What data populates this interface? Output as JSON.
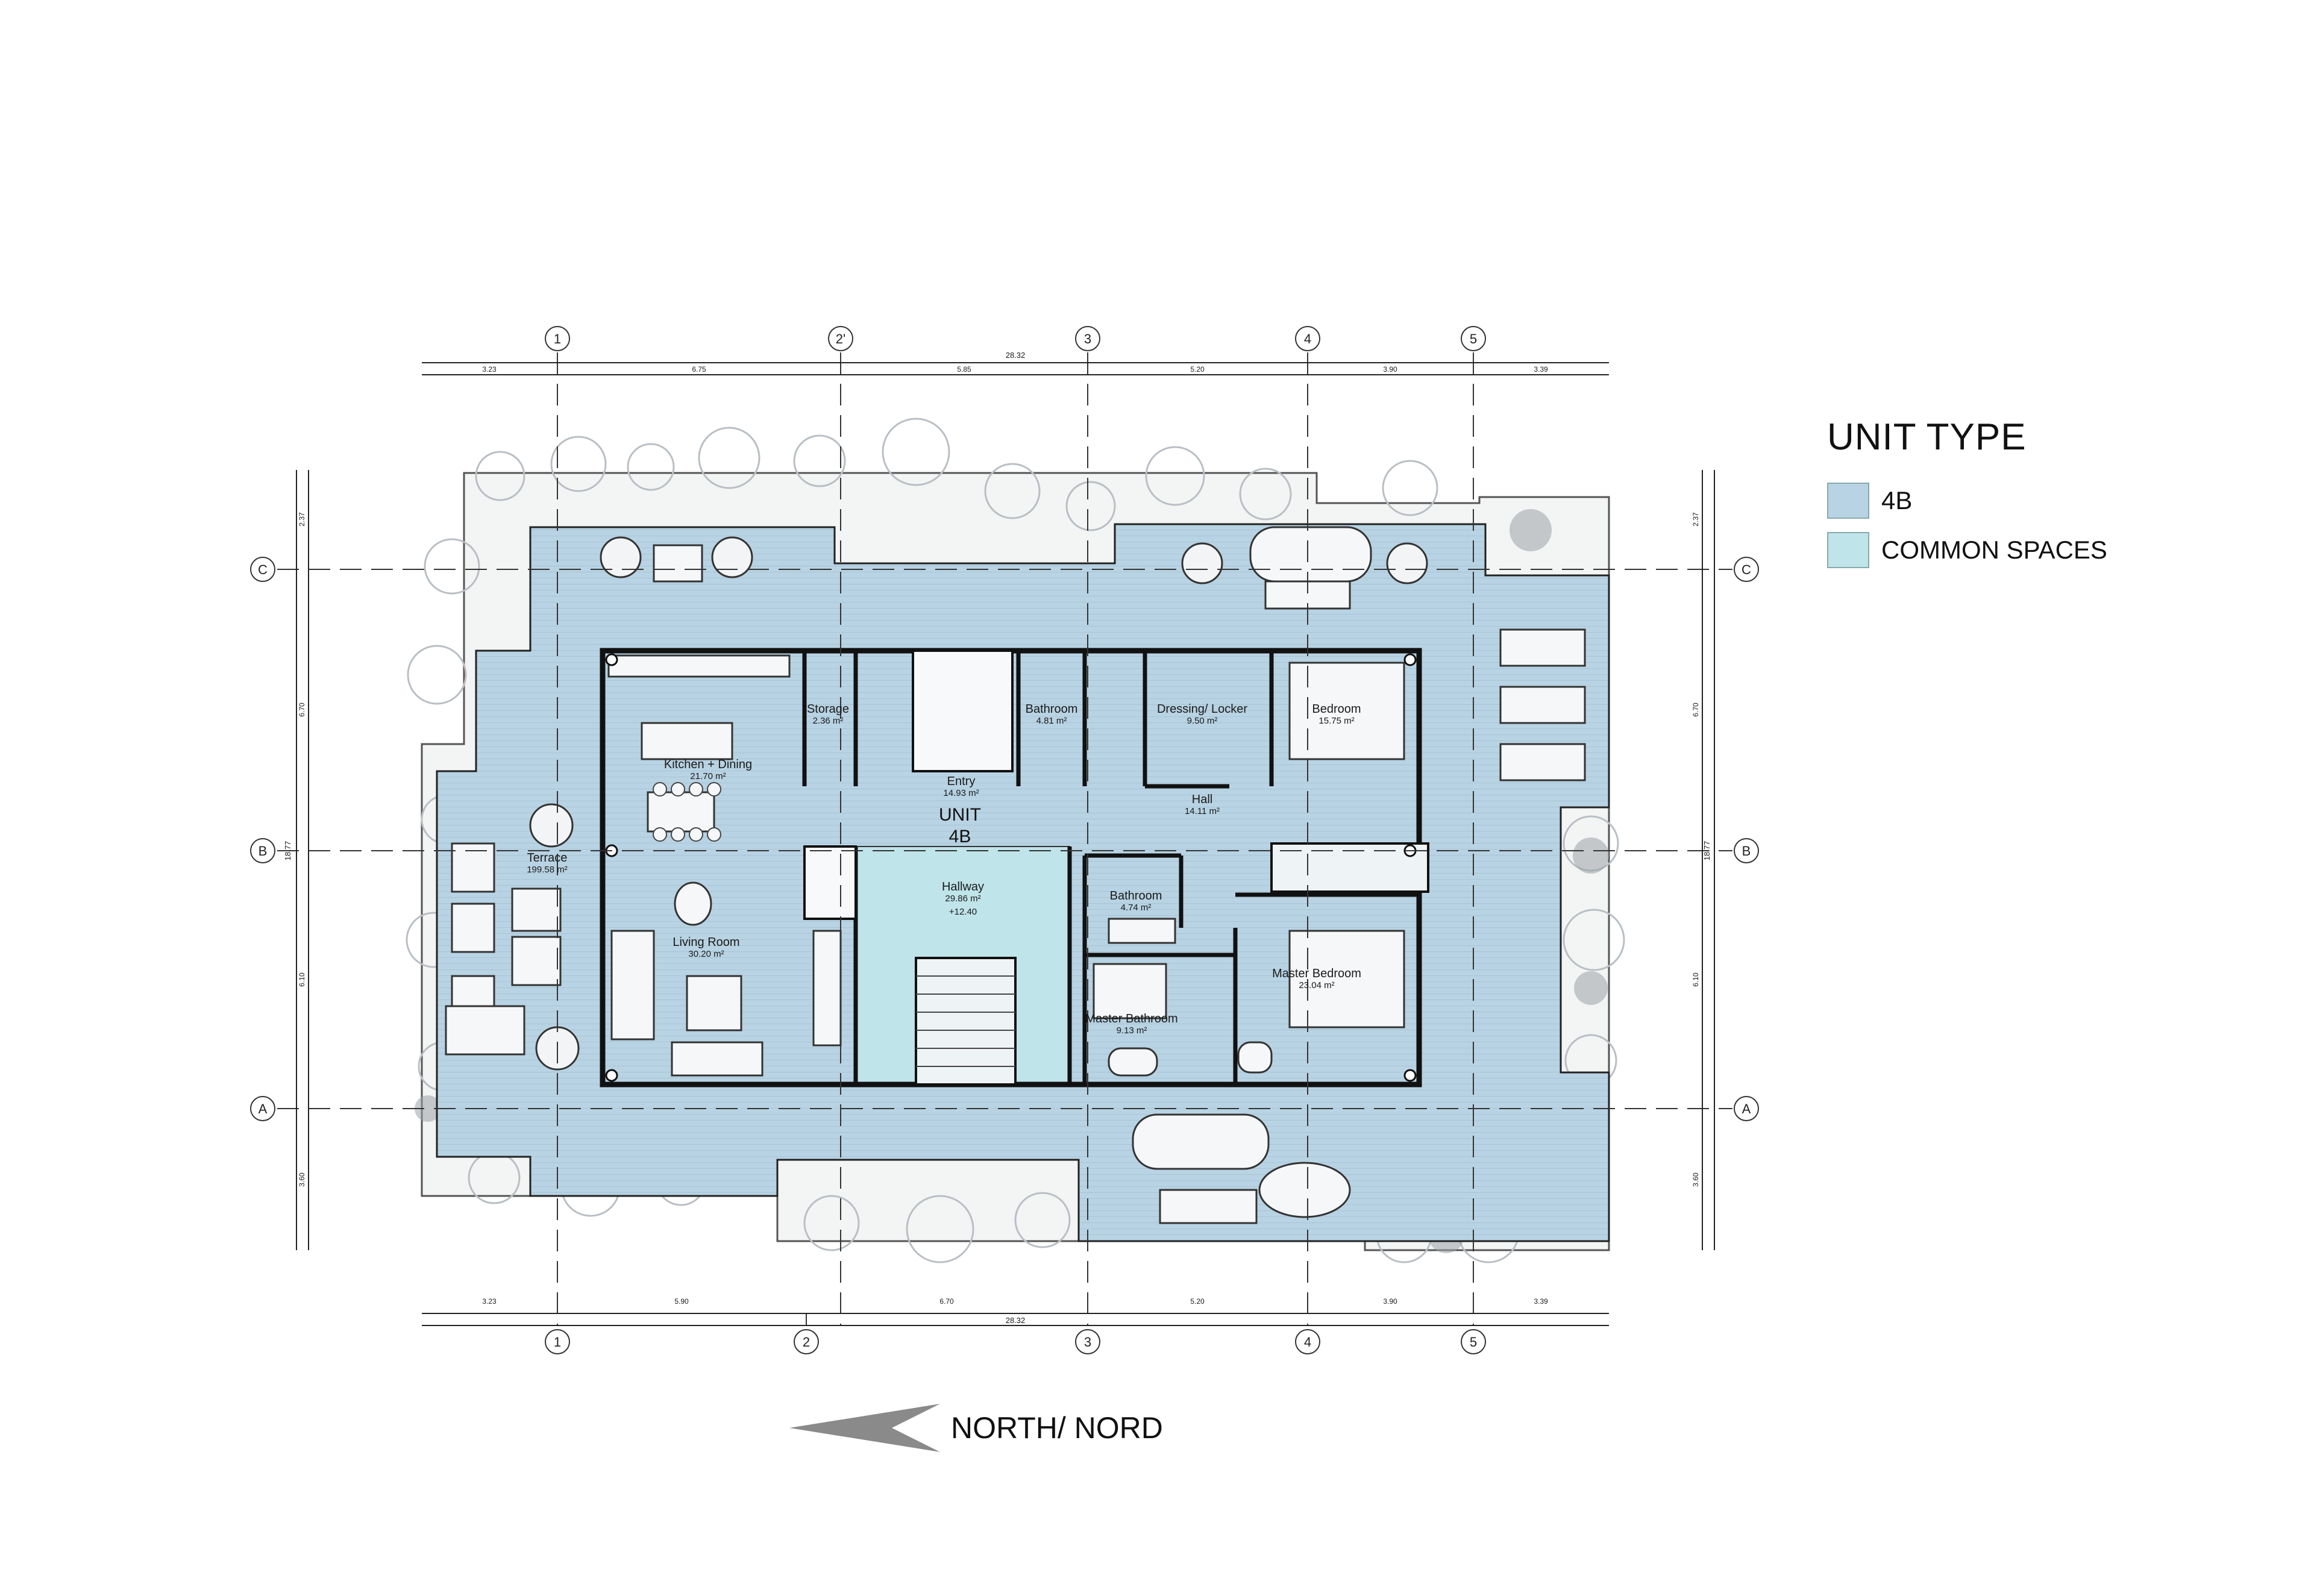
{
  "legend": {
    "title": "UNIT TYPE",
    "items": [
      {
        "label": "4B",
        "color": "#b8d3e3"
      },
      {
        "label": "COMMON SPACES",
        "color": "#bfe4ea"
      }
    ]
  },
  "north": {
    "label": "NORTH/ NORD",
    "arrow_color": "#8a8a8a"
  },
  "colors": {
    "unit": "#b8d3e3",
    "common": "#bfe4ea",
    "wall": "#111111",
    "plant": "#c9ced2"
  },
  "grid": {
    "columns_top": [
      "1",
      "2'",
      "3",
      "4",
      "5"
    ],
    "columns_bottom": [
      "1",
      "2",
      "3",
      "4",
      "5"
    ],
    "rows": [
      "C",
      "B",
      "A"
    ]
  },
  "dimensions": {
    "top_total": "28.32",
    "top_segments": [
      "3.23",
      "6.75",
      "5.85",
      "5.20",
      "3.90",
      "3.39"
    ],
    "bottom_total": "28.32",
    "bottom_segments": [
      "3.23",
      "5.90",
      "6.70",
      "5.20",
      "3.90",
      "3.39"
    ],
    "left_total": "18.77",
    "left_segments": [
      "2.37",
      "6.70",
      "6.10",
      "3.60"
    ],
    "right_total": "18.77",
    "right_segments": [
      "2.37",
      "6.70",
      "6.10",
      "3.60"
    ]
  },
  "unit_label": {
    "line1": "UNIT",
    "line2": "4B"
  },
  "rooms": [
    {
      "name": "Storage",
      "area": "2.36 m²"
    },
    {
      "name": "Bathroom",
      "area": "4.81 m²"
    },
    {
      "name": "Dressing/ Locker",
      "area": "9.50 m²"
    },
    {
      "name": "Bedroom",
      "area": "15.75 m²"
    },
    {
      "name": "Kitchen + Dining",
      "area": "21.70 m²"
    },
    {
      "name": "Entry",
      "area": "14.93 m²"
    },
    {
      "name": "Hall",
      "area": "14.11 m²"
    },
    {
      "name": "Terrace",
      "area": "199.58 m²"
    },
    {
      "name": "Hallway",
      "area": "29.86 m²",
      "extra": "+12.40"
    },
    {
      "name": "Bathroom",
      "area": "4.74 m²"
    },
    {
      "name": "Living Room",
      "area": "30.20 m²"
    },
    {
      "name": "Master Bedroom",
      "area": "23.04 m²"
    },
    {
      "name": "Master Bathroom",
      "area": "9.13 m²"
    }
  ]
}
